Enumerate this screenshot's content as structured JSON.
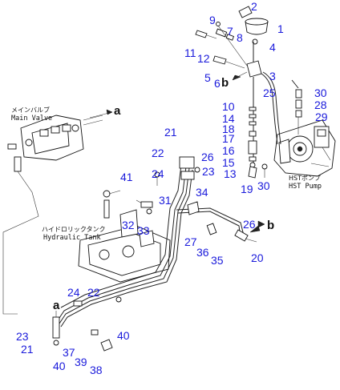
{
  "callouts": [
    {
      "id": "c1",
      "text": "1"
    },
    {
      "id": "c2",
      "text": "2"
    },
    {
      "id": "c3",
      "text": "3"
    },
    {
      "id": "c4",
      "text": "4"
    },
    {
      "id": "c5",
      "text": "5"
    },
    {
      "id": "c6",
      "text": "6"
    },
    {
      "id": "c7",
      "text": "7"
    },
    {
      "id": "c8",
      "text": "8"
    },
    {
      "id": "c9",
      "text": "9"
    },
    {
      "id": "c10",
      "text": "10"
    },
    {
      "id": "c11",
      "text": "11"
    },
    {
      "id": "c12",
      "text": "12"
    },
    {
      "id": "c13",
      "text": "13"
    },
    {
      "id": "c14",
      "text": "14"
    },
    {
      "id": "c15",
      "text": "15"
    },
    {
      "id": "c16",
      "text": "16"
    },
    {
      "id": "c17",
      "text": "17"
    },
    {
      "id": "c18",
      "text": "18"
    },
    {
      "id": "c19",
      "text": "19"
    },
    {
      "id": "c20",
      "text": "20"
    },
    {
      "id": "c21a",
      "text": "21"
    },
    {
      "id": "c21b",
      "text": "21"
    },
    {
      "id": "c22a",
      "text": "22"
    },
    {
      "id": "c22b",
      "text": "22"
    },
    {
      "id": "c23a",
      "text": "23"
    },
    {
      "id": "c23b",
      "text": "23"
    },
    {
      "id": "c24a",
      "text": "24"
    },
    {
      "id": "c24b",
      "text": "24"
    },
    {
      "id": "c25",
      "text": "25"
    },
    {
      "id": "c26a",
      "text": "26"
    },
    {
      "id": "c26b",
      "text": "26"
    },
    {
      "id": "c27",
      "text": "27"
    },
    {
      "id": "c28",
      "text": "28"
    },
    {
      "id": "c29",
      "text": "29"
    },
    {
      "id": "c30a",
      "text": "30"
    },
    {
      "id": "c30b",
      "text": "30"
    },
    {
      "id": "c31",
      "text": "31"
    },
    {
      "id": "c32",
      "text": "32"
    },
    {
      "id": "c33",
      "text": "33"
    },
    {
      "id": "c34",
      "text": "34"
    },
    {
      "id": "c35",
      "text": "35"
    },
    {
      "id": "c36",
      "text": "36"
    },
    {
      "id": "c37",
      "text": "37"
    },
    {
      "id": "c38",
      "text": "38"
    },
    {
      "id": "c39",
      "text": "39"
    },
    {
      "id": "c40a",
      "text": "40"
    },
    {
      "id": "c40b",
      "text": "40"
    },
    {
      "id": "c41",
      "text": "41"
    }
  ],
  "reference_tags": {
    "a1": "a",
    "a2": "a",
    "b1": "b",
    "b2": "b"
  },
  "components": {
    "main_valve_jp": "メインバルブ",
    "main_valve_en": "Main Valve",
    "tank_jp": "ハイドロリックタンク",
    "tank_en": "Hydraulic Tank",
    "pump_jp": "HSTポンプ",
    "pump_en": "HST Pump"
  },
  "colors": {
    "callout": "#1a1adb",
    "line": "#222222",
    "background": "#ffffff"
  }
}
